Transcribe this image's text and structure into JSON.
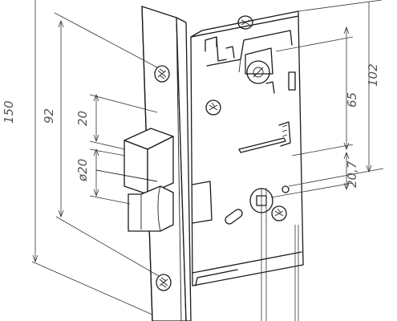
{
  "dimensions": {
    "overall_height": "150",
    "screw_spacing": "92",
    "latch_height": "20",
    "latch_diameter": "ø20",
    "case_height": "102",
    "backset_to_follower": "65",
    "follower_offset": "20,7"
  },
  "colors": {
    "line": "#1a1a1a",
    "dimension_text": "#555555"
  }
}
